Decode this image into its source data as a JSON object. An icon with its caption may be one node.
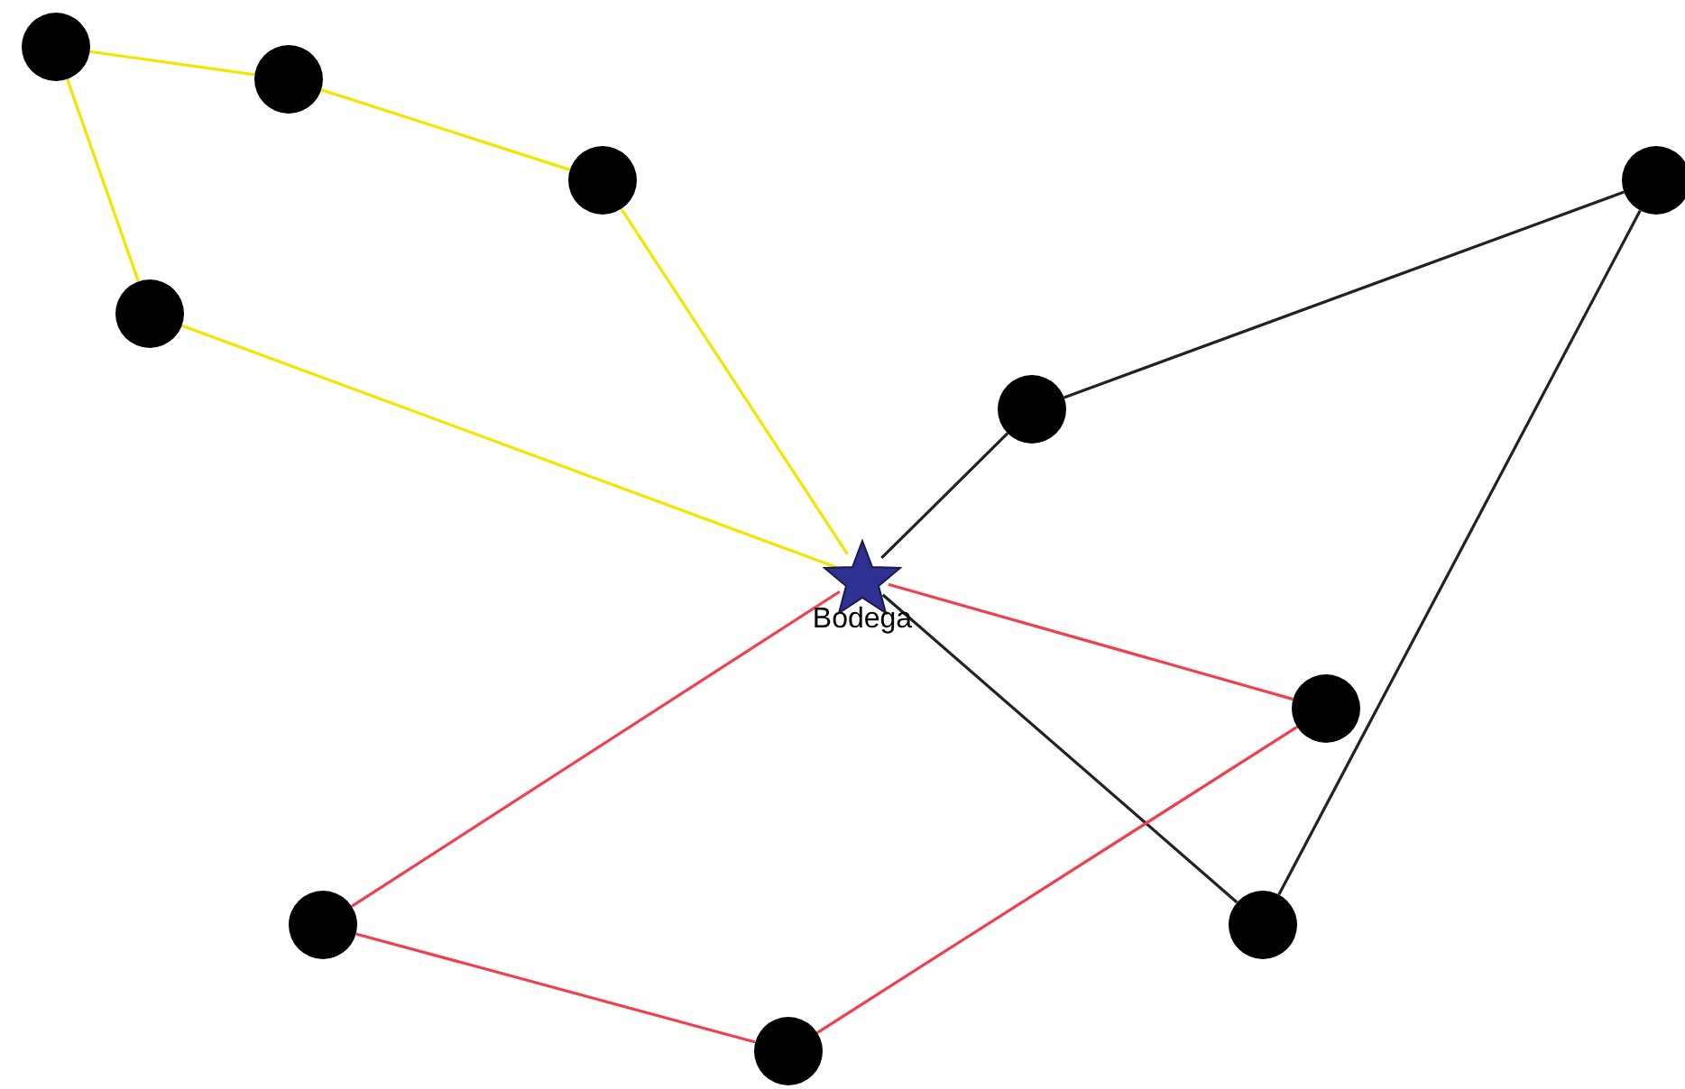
{
  "diagram": {
    "nodes": [
      {
        "text": [
          "Bodega"
        ]
      },
      {
        "text": [],
        "shape": "circle"
      },
      {
        "text": [],
        "shape": "circle"
      },
      {
        "text": [],
        "shape": "circle"
      },
      {
        "text": [],
        "shape": "circle"
      },
      {
        "text": [],
        "shape": "circle"
      },
      {
        "text": [],
        "shape": "circle"
      },
      {
        "text": [],
        "shape": "circle"
      },
      {
        "text": [],
        "shape": "circle"
      },
      {
        "text": [],
        "shape": "circle"
      },
      {
        "text": [],
        "shape": "circle"
      }
    ],
    "edges": [
      {
        "from": 0,
        "to": 3,
        "arrow": "none"
      },
      {
        "from": 3,
        "to": 2,
        "arrow": "none"
      },
      {
        "from": 2,
        "to": 1,
        "arrow": "none"
      },
      {
        "from": 1,
        "to": 4,
        "arrow": "none"
      },
      {
        "from": 4,
        "to": 0,
        "arrow": "none"
      },
      {
        "from": 0,
        "to": 5,
        "arrow": "none",
        "color": "#222222"
      },
      {
        "from": 5,
        "to": 6,
        "arrow": "none",
        "color": "#222222"
      },
      {
        "from": 6,
        "to": 10,
        "arrow": "none",
        "color": "#222222"
      },
      {
        "from": 10,
        "to": 0,
        "arrow": "none",
        "color": "#222222"
      },
      {
        "from": 0,
        "to": 7,
        "arrow": "none",
        "color": "#f04050"
      },
      {
        "from": 7,
        "to": 9,
        "arrow": "none",
        "color": "#f04050"
      },
      {
        "from": 9,
        "to": 8,
        "arrow": "none",
        "color": "#f04050"
      },
      {
        "from": 8,
        "to": 0,
        "arrow": "none",
        "color": "#f04050"
      }
    ]
  }
}
